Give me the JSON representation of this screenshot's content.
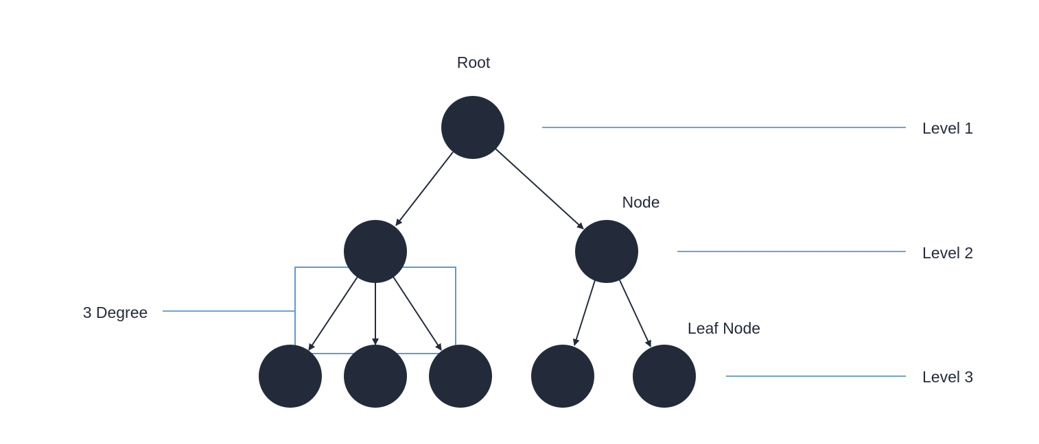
{
  "diagram": {
    "labels": {
      "root": "Root",
      "node": "Node",
      "leaf_node": "Leaf Node",
      "degree": "3 Degree"
    },
    "levels": [
      "Level 1",
      "Level 2",
      "Level 3"
    ]
  },
  "colors": {
    "node_fill": "#232b3b",
    "edge": "#232b3b",
    "guide_line": "#6fa3d4",
    "degree_box": "#5b9bd5",
    "text": "#232b3b"
  }
}
